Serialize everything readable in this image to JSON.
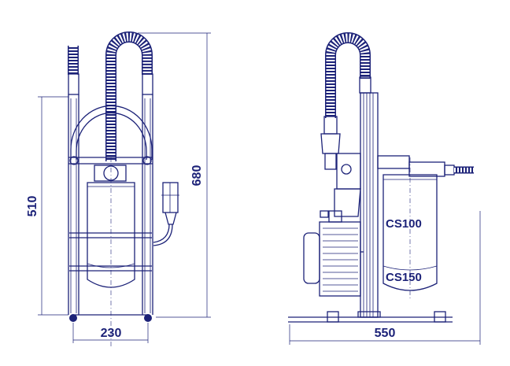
{
  "dimensions": {
    "front_height_frame": "510",
    "front_height_total": "680",
    "front_width": "230",
    "side_width": "550"
  },
  "labels": {
    "model_small": "CS100",
    "model_large": "CS150"
  },
  "colors": {
    "line": "#1c2278"
  }
}
